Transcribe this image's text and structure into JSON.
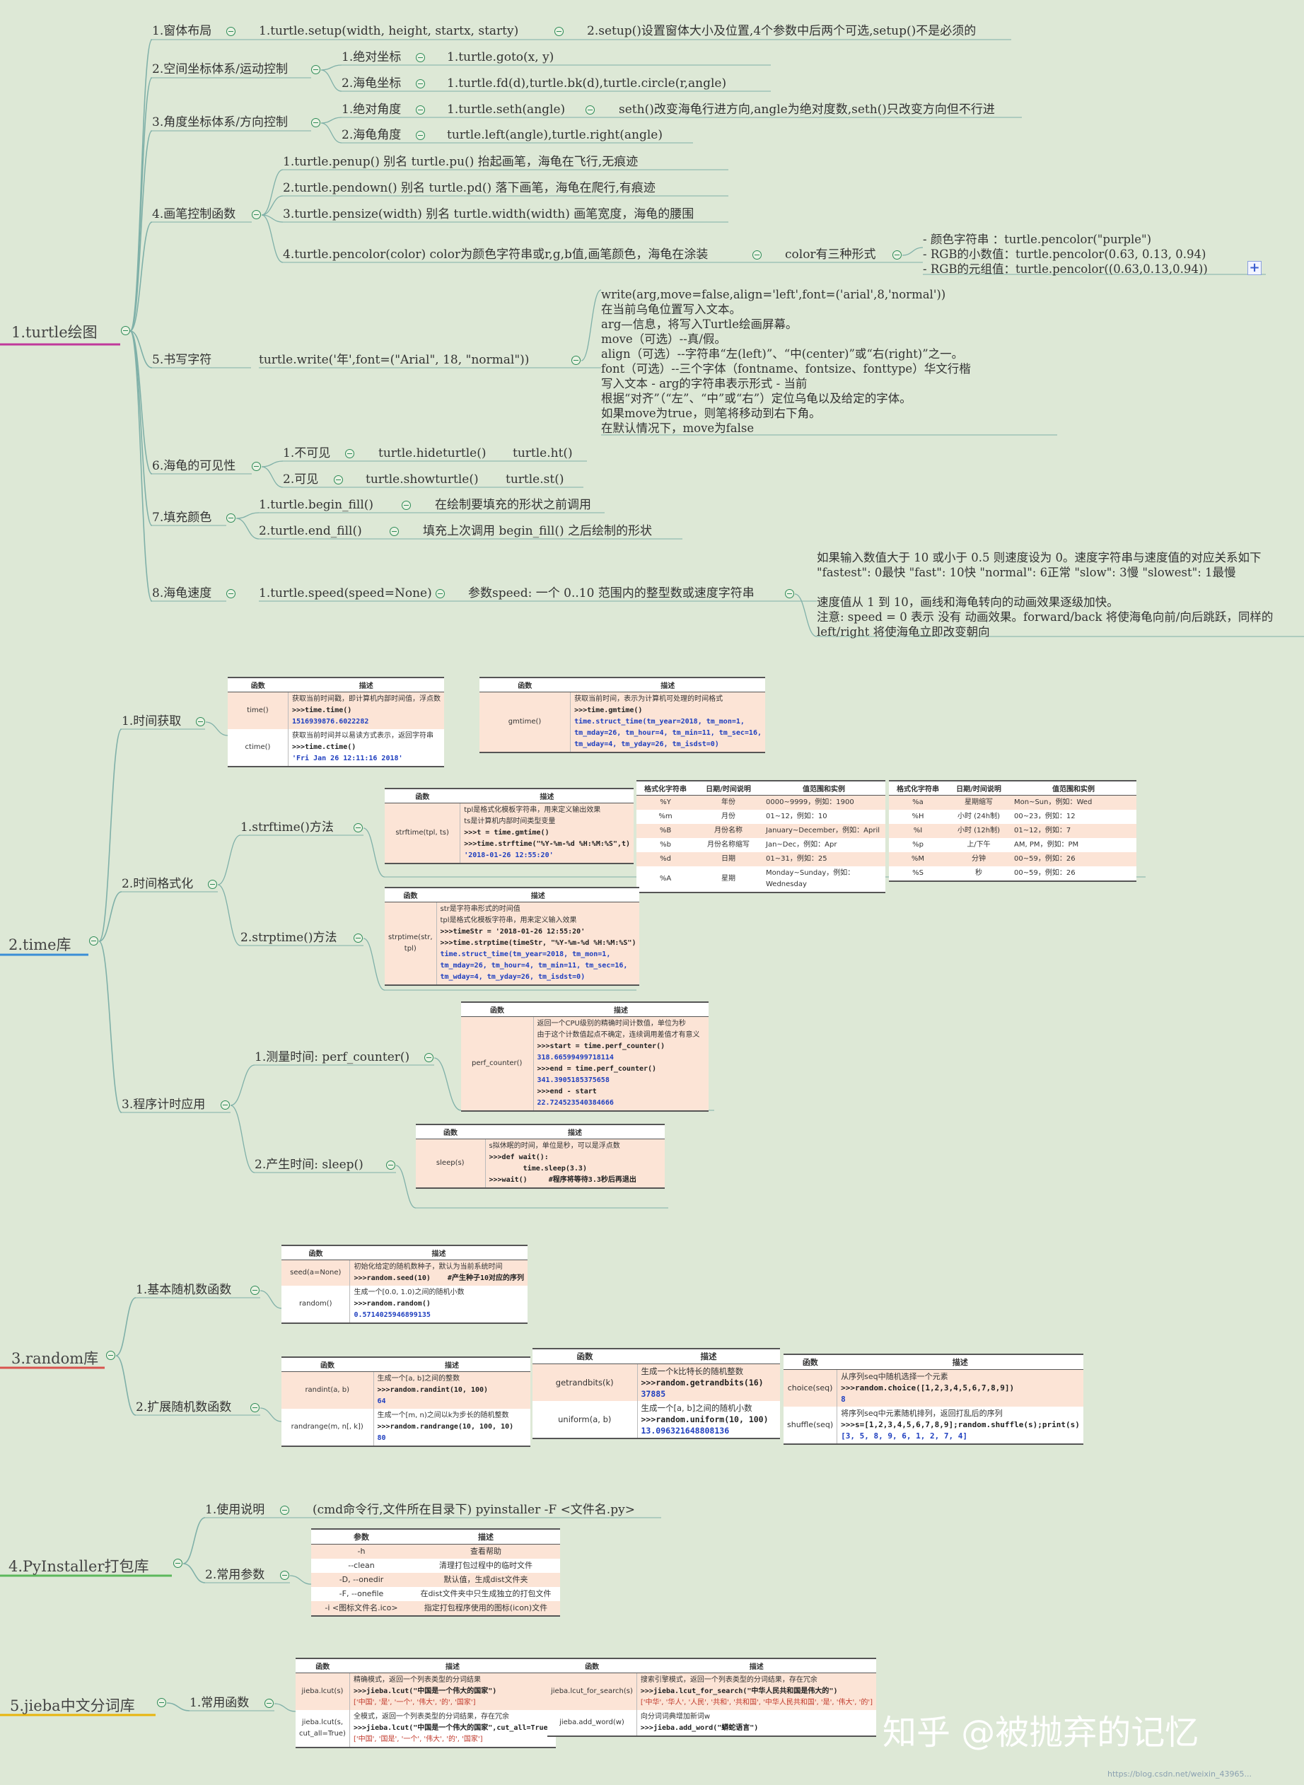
{
  "turtle": {
    "root": "1.turtle绘图",
    "window_layout": "1.窗体布局",
    "setup_call": "1.turtle.setup(width, height, startx, starty)",
    "setup_desc": "2.setup()设置窗体大小及位置,4个参数中后两个可选,setup()不是必须的",
    "space_coords": "2.空间坐标体系/运动控制",
    "abs_coords": "1.绝对坐标",
    "goto": "1.turtle.goto(x, y)",
    "turtle_coords": "2.海龟坐标",
    "fd_bk": "1.turtle.fd(d),turtle.bk(d),turtle.circle(r,angle)",
    "angle_coords": "3.角度坐标体系/方向控制",
    "abs_angle": "1.绝对角度",
    "seth": "1.turtle.seth(angle)",
    "seth_desc": "seth()改变海龟行进方向,angle为绝对度数,seth()只改变方向但不行进",
    "turtle_angle": "2.海龟角度",
    "left_right": "turtle.left(angle),turtle.right(angle)",
    "pen_ctrl": "4.画笔控制函数",
    "penup": "1.turtle.penup() 别名 turtle.pu() 抬起画笔，海龟在飞行,无痕迹",
    "pendown": "2.turtle.pendown() 别名 turtle.pd() 落下画笔，海龟在爬行,有痕迹",
    "pensize": "3.turtle.pensize(width) 别名 turtle.width(width) 画笔宽度，海龟的腰围",
    "pencolor": "4.turtle.pencolor(color) color为颜色字符串或r,g,b值,画笔颜色，海龟在涂装",
    "color_forms": "color有三种形式",
    "color_lines": [
      "- 颜色字符串 ：turtle.pencolor(\"purple\")",
      "- RGB的小数值：turtle.pencolor(0.63, 0.13, 0.94)",
      "- RGB的元组值：turtle.pencolor((0.63,0.13,0.94))"
    ],
    "plus": "+",
    "write_node": "5.书写字符",
    "write_call": "turtle.write('年',font=(\"Arial\", 18, \"normal\"))",
    "write_desc": [
      "write(arg,move=false,align='left',font=('arial',8,'normal'))",
      "在当前乌龟位置写入文本。",
      "arg—信息，将写入Turtle绘画屏幕。",
      "move（可选）--真/假。",
      "align（可选）--字符串“左(left)”、“中(center)”或“右(right)”之一。",
      "font（可选）--三个字体（fontname、fontsize、fonttype）华文行楷",
      "写入文本 - arg的字符串表示形式 - 当前",
      "根据“对齐”（“左”、“中”或“右”）定位乌龟以及给定的字体。",
      "如果move为true，则笔将移动到右下角。",
      "在默认情况下，move为false"
    ],
    "visible": "6.海龟的可见性",
    "invisible": "1.不可见",
    "hide": "turtle.hideturtle()",
    "ht": "turtle.ht()",
    "can_see": "2.可见",
    "show": "turtle.showturtle()",
    "st": "turtle.st()",
    "fill": "7.填充颜色",
    "begin_fill": "1.turtle.begin_fill()",
    "begin_desc": "在绘制要填充的形状之前调用",
    "end_fill": "2.turtle.end_fill()",
    "end_desc": "填充上次调用 begin_fill() 之后绘制的形状",
    "speed": "8.海龟速度",
    "speed_call": "1.turtle.speed(speed=None)",
    "speed_param": "参数speed: 一个 0..10 范围内的整型数或速度字符串",
    "speed_desc": [
      "如果输入数值大于 10 或小于 0.5 则速度设为 0。速度字符串与速度值的对应关系如下",
      "\"fastest\": 0最快 \"fast\": 10快 \"normal\": 6正常 \"slow\": 3慢 \"slowest\": 1最慢",
      "",
      "速度值从 1 到 10，画线和海龟转向的动画效果逐级加快。",
      "注意: speed = 0 表示 没有 动画效果。forward/back 将使海龟向前/向后跳跃，同样的",
      "left/right 将使海龟立即改变朝向"
    ]
  },
  "time": {
    "root": "2.time库",
    "get": "1.时间获取",
    "format": "2.时间格式化",
    "strftime": "1.strftime()方法",
    "strptime": "2.strptime()方法",
    "timing": "3.程序计时应用",
    "perf": "1.测量时间: perf_counter()",
    "sleep": "2.产生时间: sleep()",
    "t1": {
      "h": [
        "函数",
        "描述"
      ],
      "r": [
        {
          "fn": "time()",
          "lines": [
            [
              "获取当前时间戳，即计算机内部时间值，浮点数",
              ""
            ],
            [
              ">>>time.time()",
              "code"
            ],
            [
              "1516939876.6022282",
              "res"
            ]
          ]
        },
        {
          "fn": "ctime()",
          "lines": [
            [
              "获取当前时间并以易读方式表示，返回字符串",
              ""
            ],
            [
              ">>>time.ctime()",
              "code"
            ],
            [
              "'Fri Jan 26 12:11:16 2018'",
              "res"
            ]
          ]
        }
      ]
    },
    "t2": {
      "h": [
        "函数",
        "描述"
      ],
      "r": [
        {
          "fn": "gmtime()",
          "lines": [
            [
              "获取当前时间，表示为计算机可处理的时间格式",
              ""
            ],
            [
              ">>>time.gmtime()",
              "code"
            ],
            [
              "time.struct_time(tm_year=2018, tm_mon=1,",
              "res"
            ],
            [
              "tm_mday=26, tm_hour=4, tm_min=11, tm_sec=16,",
              "res"
            ],
            [
              "tm_wday=4, tm_yday=26, tm_isdst=0)",
              "res"
            ]
          ]
        }
      ]
    },
    "t3": {
      "h": [
        "函数",
        "描述"
      ],
      "r": [
        {
          "fn": "strftime(tpl, ts)",
          "lines": [
            [
              "tpl是格式化模板字符串，用来定义输出效果",
              ""
            ],
            [
              "ts是计算机内部时间类型变量",
              ""
            ],
            [
              ">>>t = time.gmtime()",
              "code"
            ],
            [
              ">>>time.strftime(\"%Y-%m-%d %H:%M:%S\",t)",
              "code"
            ],
            [
              "'2018-01-26 12:55:20'",
              "res"
            ]
          ]
        }
      ]
    },
    "t4": {
      "h": [
        "格式化字符串",
        "日期/时间说明",
        "值范围和实例"
      ],
      "r": [
        [
          "%Y",
          "年份",
          "0000~9999，例如：1900"
        ],
        [
          "%m",
          "月份",
          "01~12，例如：10"
        ],
        [
          "%B",
          "月份名称",
          "January~December，例如：April"
        ],
        [
          "%b",
          "月份名称缩写",
          "Jan~Dec，例如：Apr"
        ],
        [
          "%d",
          "日期",
          "01~31，例如：25"
        ],
        [
          "%A",
          "星期",
          "Monday~Sunday，例如：Wednesday"
        ]
      ]
    },
    "t5": {
      "h": [
        "格式化字符串",
        "日期/时间说明",
        "值范围和实例"
      ],
      "r": [
        [
          "%a",
          "星期缩写",
          "Mon~Sun，例如：Wed"
        ],
        [
          "%H",
          "小时 (24h制)",
          "00~23，例如：12"
        ],
        [
          "%I",
          "小时 (12h制)",
          "01~12，例如：7"
        ],
        [
          "%p",
          "上/下午",
          "AM, PM，例如：PM"
        ],
        [
          "%M",
          "分钟",
          "00~59，例如：26"
        ],
        [
          "%S",
          "秒",
          "00~59，例如：26"
        ]
      ]
    },
    "t6": {
      "h": [
        "函数",
        "描述"
      ],
      "r": [
        {
          "fn": "strptime(str, tpl)",
          "lines": [
            [
              "str是字符串形式的时间值",
              ""
            ],
            [
              "tpl是格式化模板字符串，用来定义输入效果",
              ""
            ],
            [
              ">>>timeStr = '2018-01-26 12:55:20'",
              "code"
            ],
            [
              ">>>time.strptime(timeStr, \"%Y-%m-%d %H:%M:%S\")",
              "code"
            ],
            [
              "time.struct_time(tm_year=2018, tm_mon=1,",
              "res"
            ],
            [
              "tm_mday=26, tm_hour=4, tm_min=11, tm_sec=16,",
              "res"
            ],
            [
              "tm_wday=4, tm_yday=26, tm_isdst=0)",
              "res"
            ]
          ]
        }
      ]
    },
    "t7": {
      "h": [
        "函数",
        "描述"
      ],
      "r": [
        {
          "fn": "perf_counter()",
          "lines": [
            [
              "返回一个CPU级别的精确时间计数值，单位为秒",
              ""
            ],
            [
              "由于这个计数值起点不确定，连续调用差值才有意义",
              ""
            ],
            [
              ">>>start = time.perf_counter()",
              "code"
            ],
            [
              "318.66599499718114",
              "res"
            ],
            [
              ">>>end = time.perf_counter()",
              "code"
            ],
            [
              "341.3905185375658",
              "res"
            ],
            [
              ">>>end - start",
              "code"
            ],
            [
              "22.724523540384666",
              "res"
            ]
          ]
        }
      ]
    },
    "t8": {
      "h": [
        "函数",
        "描述"
      ],
      "r": [
        {
          "fn": "sleep(s)",
          "lines": [
            [
              "s拟休眠的时间，单位是秒，可以是浮点数",
              ""
            ],
            [
              ">>>def wait():",
              "code"
            ],
            [
              "        time.sleep(3.3)",
              "code"
            ],
            [
              ">>>wait()     #程序将等待3.3秒后再退出",
              "code"
            ]
          ]
        }
      ]
    }
  },
  "random": {
    "root": "3.random库",
    "basic": "1.基本随机数函数",
    "ext": "2.扩展随机数函数",
    "t1": {
      "h": [
        "函数",
        "描述"
      ],
      "r": [
        {
          "fn": "seed(a=None)",
          "lines": [
            [
              "初始化给定的随机数种子，默认为当前系统时间",
              ""
            ],
            [
              ">>>random.seed(10)    #产生种子10对应的序列",
              "code"
            ]
          ]
        },
        {
          "fn": "random()",
          "lines": [
            [
              "生成一个[0.0, 1.0)之间的随机小数",
              ""
            ],
            [
              ">>>random.random()",
              "code"
            ],
            [
              "0.5714025946899135",
              "res"
            ]
          ]
        }
      ]
    },
    "t2": {
      "h": [
        "函数",
        "描述"
      ],
      "r": [
        {
          "fn": "randint(a, b)",
          "lines": [
            [
              "生成一个[a, b]之间的整数",
              ""
            ],
            [
              ">>>random.randint(10, 100)",
              "code"
            ],
            [
              "64",
              "res"
            ]
          ]
        },
        {
          "fn": "randrange(m, n[, k])",
          "lines": [
            [
              "生成一个[m, n)之间以k为步长的随机整数",
              ""
            ],
            [
              ">>>random.randrange(10, 100, 10)",
              "code"
            ],
            [
              "80",
              "res"
            ]
          ]
        }
      ]
    },
    "t3": {
      "h": [
        "函数",
        "描述"
      ],
      "r": [
        {
          "fn": "getrandbits(k)",
          "lines": [
            [
              "生成一个k比特长的随机整数",
              ""
            ],
            [
              ">>>random.getrandbits(16)",
              "code"
            ],
            [
              "37885",
              "res"
            ]
          ]
        },
        {
          "fn": "uniform(a, b)",
          "lines": [
            [
              "生成一个[a, b]之间的随机小数",
              ""
            ],
            [
              ">>>random.uniform(10, 100)",
              "code"
            ],
            [
              "13.096321648808136",
              "res"
            ]
          ]
        }
      ]
    },
    "t4": {
      "h": [
        "函数",
        "描述"
      ],
      "r": [
        {
          "fn": "choice(seq)",
          "lines": [
            [
              "从序列seq中随机选择一个元素",
              ""
            ],
            [
              ">>>random.choice([1,2,3,4,5,6,7,8,9])",
              "code"
            ],
            [
              "8",
              "res"
            ]
          ]
        },
        {
          "fn": "shuffle(seq)",
          "lines": [
            [
              "将序列seq中元素随机排列，返回打乱后的序列",
              ""
            ],
            [
              ">>>s=[1,2,3,4,5,6,7,8,9];random.shuffle(s);print(s)",
              "code"
            ],
            [
              "[3, 5, 8, 9, 6, 1, 2, 7, 4]",
              "res"
            ]
          ]
        }
      ]
    }
  },
  "pyinstaller": {
    "root": "4.PyInstaller打包库",
    "usage": "1.使用说明",
    "usage_cmd": "(cmd命令行,文件所在目录下) pyinstaller -F <文件名.py>",
    "params": "2.常用参数",
    "t1": {
      "h": [
        "参数",
        "描述"
      ],
      "r": [
        [
          "-h",
          "查看帮助"
        ],
        [
          "--clean",
          "清理打包过程中的临时文件"
        ],
        [
          "-D, --onedir",
          "默认值，生成dist文件夹"
        ],
        [
          "-F, --onefile",
          "在dist文件夹中只生成独立的打包文件"
        ],
        [
          "-i <图标文件名.ico>",
          "指定打包程序使用的图标(icon)文件"
        ]
      ]
    }
  },
  "jieba": {
    "root": "5.jieba中文分词库",
    "funcs": "1.常用函数",
    "t1": {
      "h": [
        "函数",
        "描述"
      ],
      "r": [
        {
          "fn": "jieba.lcut(s)",
          "lines": [
            [
              "精确模式，返回一个列表类型的分词结果",
              ""
            ],
            [
              ">>>jieba.lcut(\"中国是一个伟大的国家\")",
              "code"
            ],
            [
              "['中国', '是', '一个', '伟大', '的', '国家']",
              "note"
            ]
          ]
        },
        {
          "fn": "jieba.lcut(s, cut_all=True)",
          "lines": [
            [
              "全模式，返回一个列表类型的分词结果，存在冗余",
              ""
            ],
            [
              ">>>jieba.lcut(\"中国是一个伟大的国家\",cut_all=True)",
              "code"
            ],
            [
              "['中国', '国是', '一个', '伟大', '的', '国家']",
              "note"
            ]
          ]
        }
      ]
    },
    "t2": {
      "h": [
        "函数",
        "描述"
      ],
      "r": [
        {
          "fn": "jieba.lcut_for_search(s)",
          "lines": [
            [
              "搜索引擎模式，返回一个列表类型的分词结果，存在冗余",
              ""
            ],
            [
              ">>>jieba.lcut_for_search(\"中华人民共和国是伟大的\")",
              "code"
            ],
            [
              "['中华', '华人', '人民', '共和', '共和国', '中华人民共和国', '是', '伟大', '的']",
              "note"
            ]
          ]
        },
        {
          "fn": "jieba.add_word(w)",
          "lines": [
            [
              "向分词词典增加新词w",
              ""
            ],
            [
              ">>>jieba.add_word(\"蟒蛇语言\")",
              "code"
            ]
          ]
        }
      ]
    }
  },
  "watermark": "知乎 @被抛弃的记忆",
  "watermark_url": "https://blog.csdn.net/weixin_43965...",
  "colors": {
    "turtle": "#c0399b",
    "time": "#3a8ed6",
    "random": "#d9534f",
    "pyinstaller": "#5cb85c",
    "jieba": "#e8b40c",
    "branch": "#7fb0a8",
    "cell_orange": "#fce4d6"
  }
}
